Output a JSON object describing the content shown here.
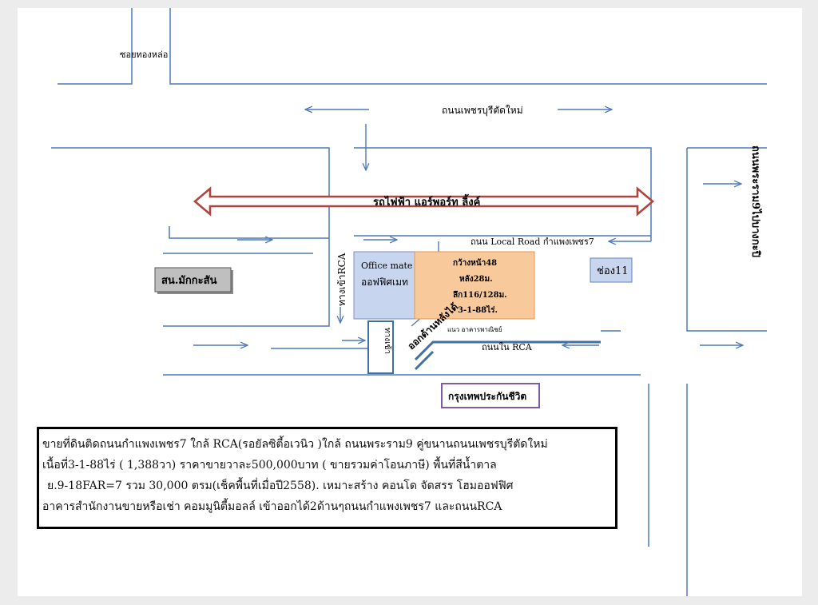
{
  "labels": {
    "soi_thonglor": "ซอยทองหล่อ",
    "phetchaburi_tatmai": "ถนนเพชรบุรีตัดใหม่",
    "rama9_road": "ถนนพระราม9ไปบางกะปิ",
    "airport_link": "รถไฟฟ้า แอร์พอร์ท ลิ้งค์",
    "local_road": "ถนน Local Road กำแพงเพชร7",
    "makkasan_station": "สน.มักกะสัน",
    "rca_entrance": "ทางเข้าRCA",
    "office_mate_en": "Office mate",
    "office_mate_th": "ออฟฟิศเมท",
    "plot_front": "กว้างหน้า48",
    "plot_back": "หลัง28ม.",
    "plot_depth": "ลึก116/128ม.",
    "plot_area": "3-1-88ไร่.",
    "channel11": "ช่อง11",
    "back_exit": "ออกด้านหลังได้",
    "commercial_row": "แนว อาคารพาณิชย์",
    "inner_rca_road": "ถนนใน RCA",
    "side_box": "ทางเข้า",
    "bangkok_insurance": "กรุงเทพประกันชีวิต"
  },
  "description": [
    "ขายที่ดินติดถนนกำแพงเพชร7 ใกล้ RCA(รอยัลซิตี้อเวนิว )ใกล้ ถนนพระราม9 คู่ขนานถนนเพชรบุรีตัดใหม่",
    "เนื้อที่3-1-88ไร่ ( 1,388วา) ราคาขายวาละ500,000บาท ( ขายรวมค่าโอนภาษี) พื้นที่สีน้ำตาล",
    "ย.9-18FAR=7 รวม 30,000 ตรม(เช็คพื้นที่เมื่อปี2558). เหมาะสร้าง คอนโด จัดสรร โฮมออฟฟิศ",
    "อาคารสำนักงานขายหรือเช่า คอมมูนิตี้มอลล์ เข้าออกได้2ด้านๆถนนกำแพงเพชร7 และถนนRCA"
  ],
  "colors": {
    "road_line": "#4f79b8",
    "arrow": "#4f79b8",
    "airport_link": "#b0443e",
    "office_fill": "#c7d5ef",
    "plot_fill": "#f8c99a",
    "plot_border": "#e6964e",
    "channel11_fill": "#c7d5ef",
    "makkasan_fill": "#bfbfbf",
    "insurance_border": "#7d5ba6",
    "back_road": "#3f6ea9"
  }
}
